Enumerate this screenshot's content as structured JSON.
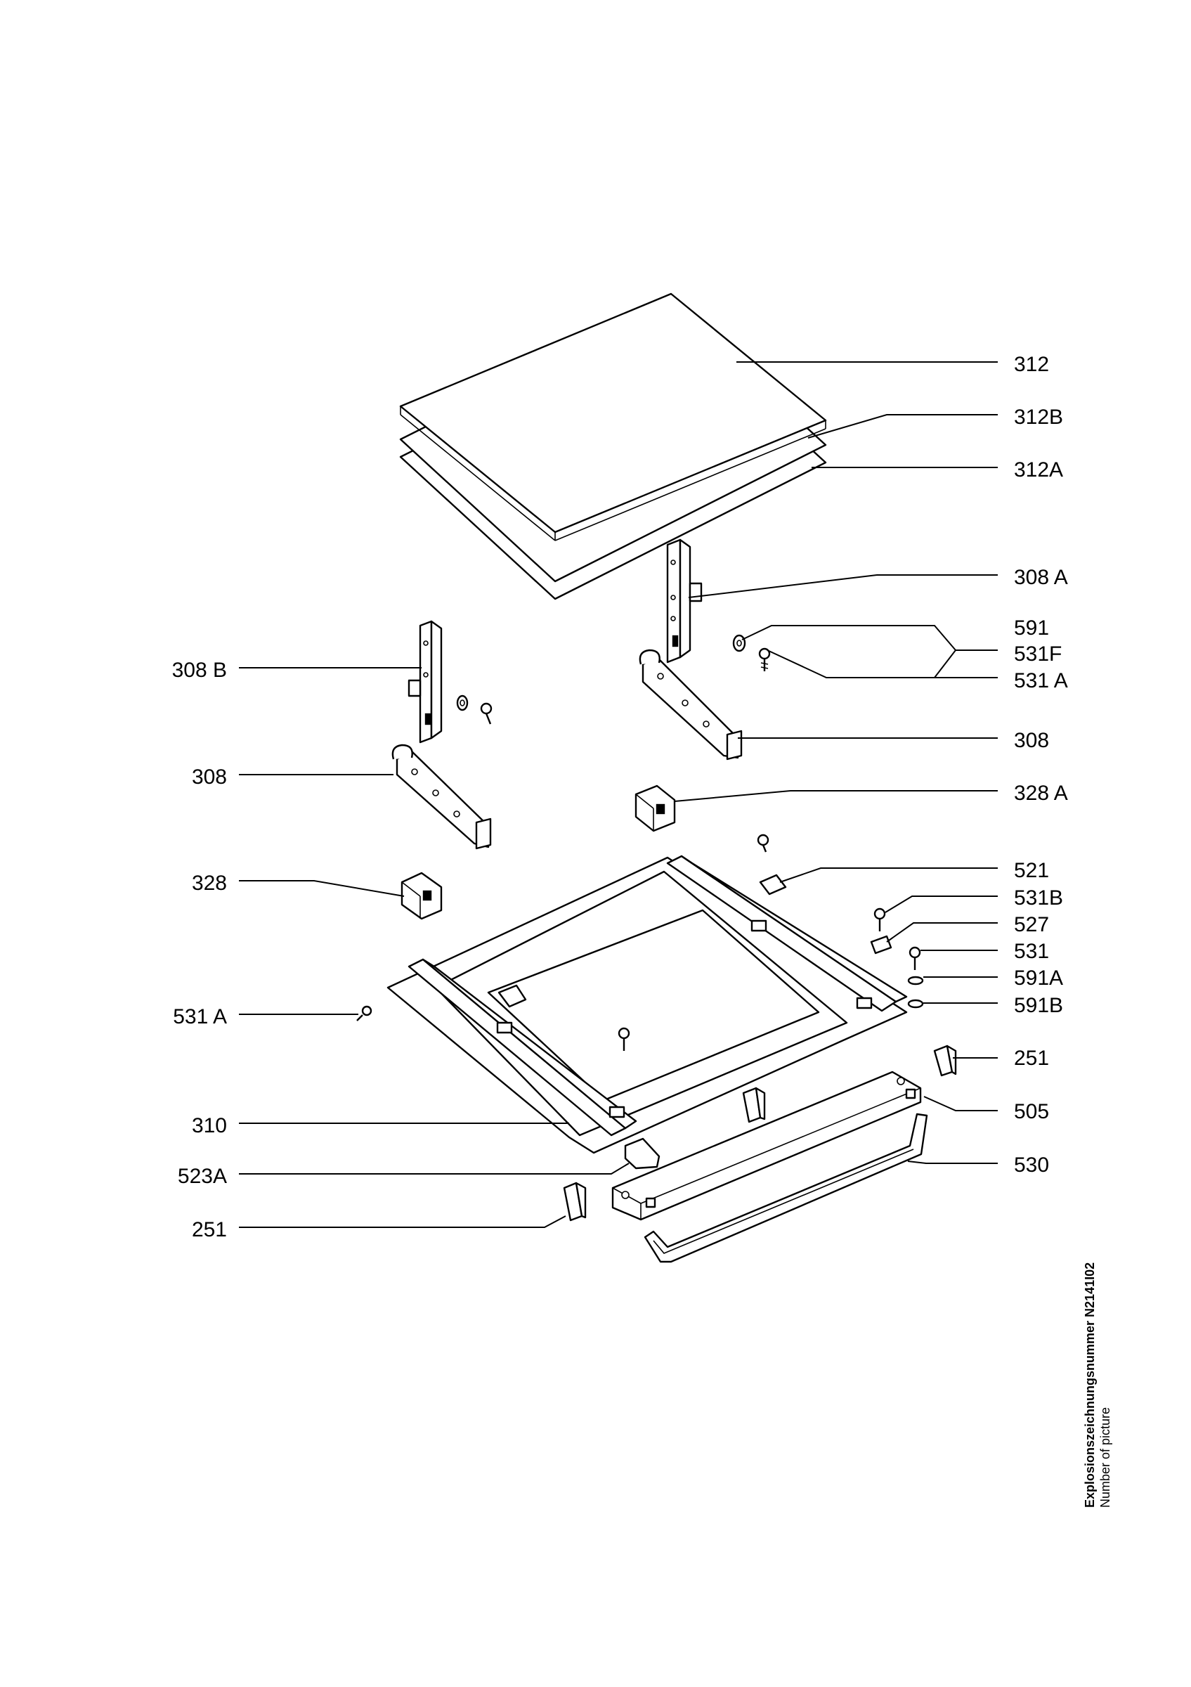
{
  "callouts": {
    "p312": "312",
    "p312B": "312B",
    "p312A": "312A",
    "p308A": "308 A",
    "p591": "591",
    "p531F": "531F",
    "p531A_right": "531 A",
    "p308B": "308 B",
    "p308_right": "308",
    "p308_left": "308",
    "p328A": "328 A",
    "p328": "328",
    "p521": "521",
    "p531B": "531B",
    "p527": "527",
    "p531": "531",
    "p591A": "591A",
    "p591B": "591B",
    "p531A_left": "531 A",
    "p251_right": "251",
    "p505": "505",
    "p310": "310",
    "p523A": "523A",
    "p530": "530",
    "p251_left": "251"
  },
  "caption": {
    "title": "Explosionszeichnungsnummer N2141I02",
    "subtitle": "Number of picture"
  }
}
